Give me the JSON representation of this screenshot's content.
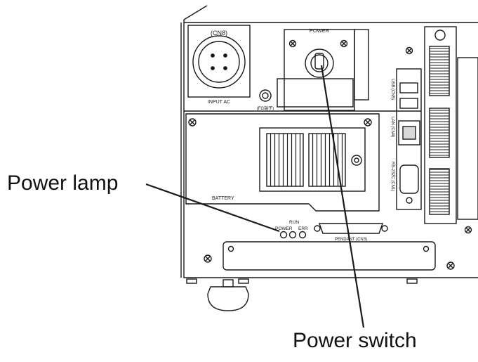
{
  "callouts": {
    "power_lamp": "Power lamp",
    "power_switch": "Power switch"
  },
  "panel_labels": {
    "cn8": "(CN8)",
    "input_ac": "INPUT AC",
    "power": "POWER",
    "fg_terminal": "(FG端子)",
    "usb": "USB (CN5)",
    "lan": "LAN (CN4)",
    "rs232c": "RS-232C (CN1)",
    "battery": "BATTERY",
    "run": "RUN",
    "power_lamp_label": "POWER",
    "err": "ERR",
    "pendant": "PENDANT (CN3)"
  },
  "colors": {
    "line": "#1a1a1a",
    "panel_fill": "#ffffff",
    "shade": "#d9d9d9"
  }
}
